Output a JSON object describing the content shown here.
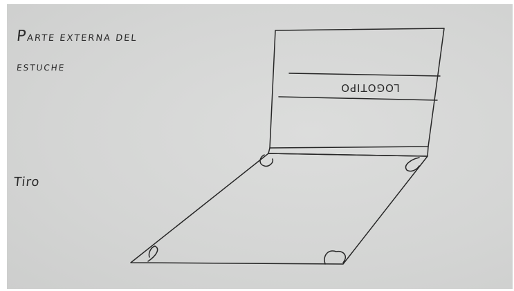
{
  "labels": {
    "title_line1": "Parte externa del",
    "title_line2": "estuche",
    "flap_label": "Tiro",
    "logo_text": "LOGOTIPO"
  },
  "colors": {
    "paper": "#d6d7d6",
    "ink": "#262626",
    "background": "#ffffff"
  }
}
